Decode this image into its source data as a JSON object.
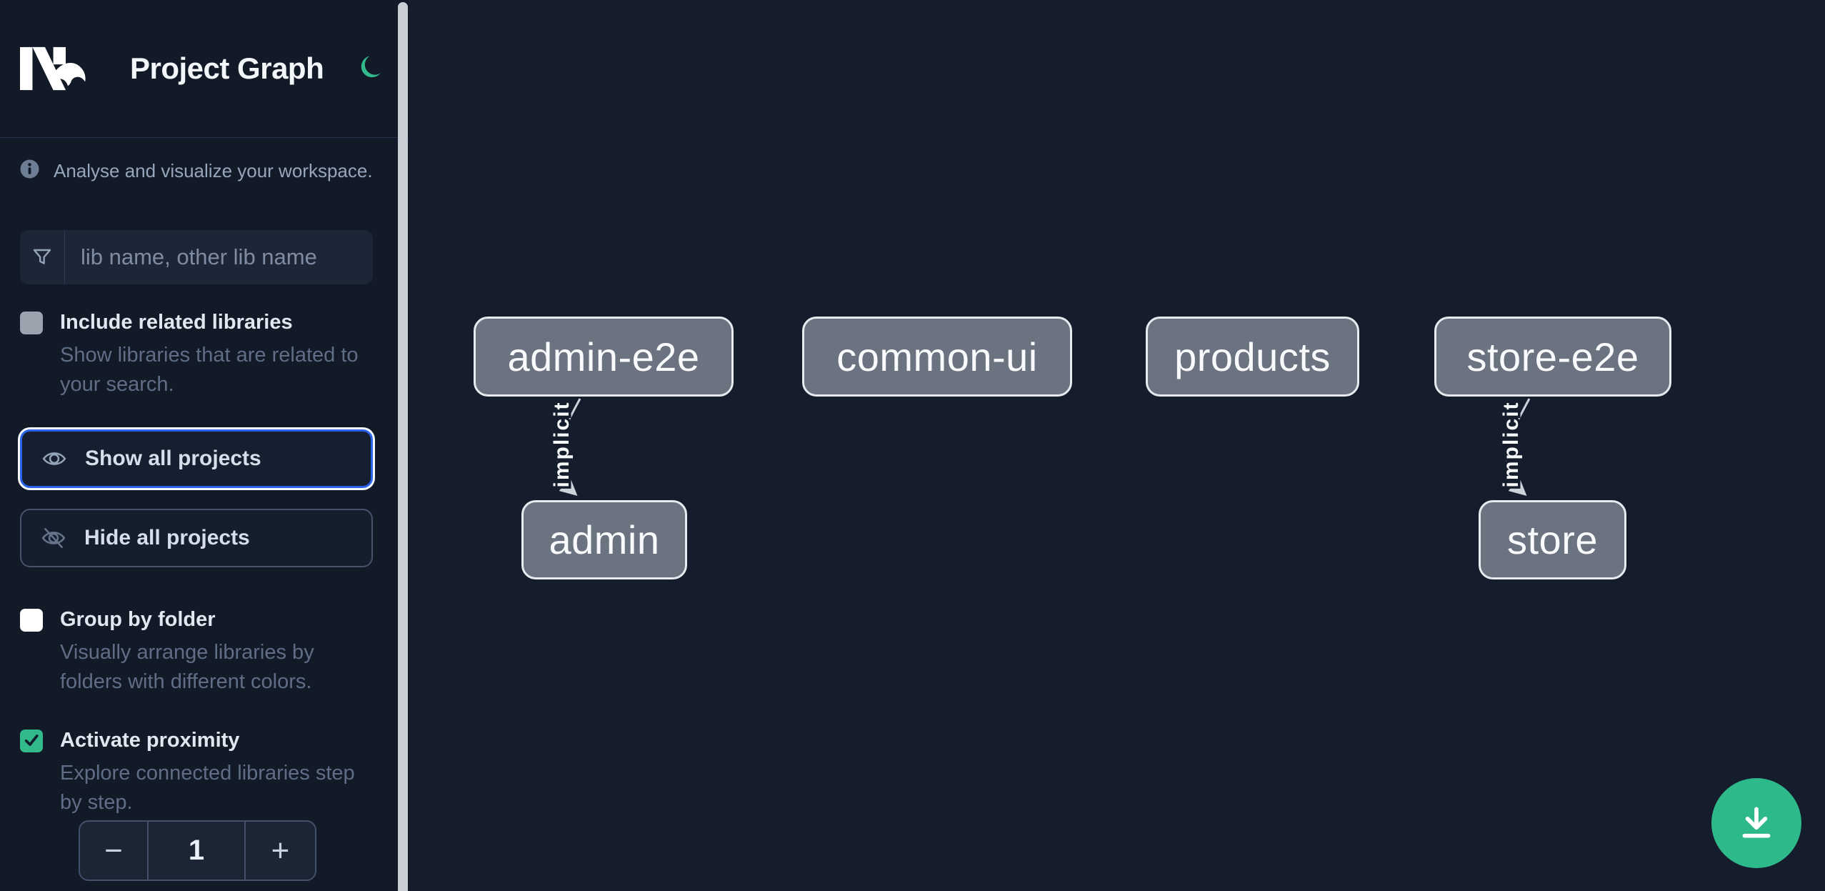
{
  "app": {
    "title": "Project Graph"
  },
  "sidebar": {
    "info": "Analyse and visualize your workspace.",
    "search": {
      "placeholder": "lib name, other lib name",
      "value": ""
    },
    "options": [
      {
        "label": "Include related libraries",
        "description": "Show libraries that are related to your search.",
        "checked": false,
        "disabled": true
      },
      {
        "label": "Group by folder",
        "description": "Visually arrange libraries by folders with different colors.",
        "checked": false,
        "disabled": false
      },
      {
        "label": "Activate proximity",
        "description": "Explore connected libraries step by step.",
        "checked": true,
        "disabled": false
      }
    ],
    "buttons": {
      "show_all": "Show all projects",
      "hide_all": "Hide all projects"
    },
    "stepper": {
      "decrement_label": "−",
      "value": "1",
      "increment_label": "+"
    }
  },
  "graph": {
    "nodes": [
      "admin-e2e",
      "common-ui",
      "products",
      "store-e2e",
      "admin",
      "store"
    ],
    "edges": [
      {
        "from": "admin-e2e",
        "to": "admin",
        "label": "implicit"
      },
      {
        "from": "store-e2e",
        "to": "store",
        "label": "implicit"
      }
    ]
  },
  "icons": {
    "logo": "nx-logo",
    "theme": "moon-icon",
    "info": "info-icon",
    "filter": "funnel-icon",
    "show": "eye-icon",
    "hide": "eye-off-icon",
    "checked": "check-icon",
    "download": "download-icon"
  },
  "colors": {
    "sidebar_bg": "#121a28",
    "canvas_bg": "#151d2d",
    "panel_bg": "#1c2636",
    "accent_green": "#33ba8c",
    "focus_blue": "#2b63e8",
    "node_fill": "#6b7280",
    "node_border": "#e7eaee",
    "edge": "#ccd2da",
    "label_text": "#dfe7f0",
    "description_text": "#5f6e86",
    "scrollbar": "#c9ced6"
  }
}
